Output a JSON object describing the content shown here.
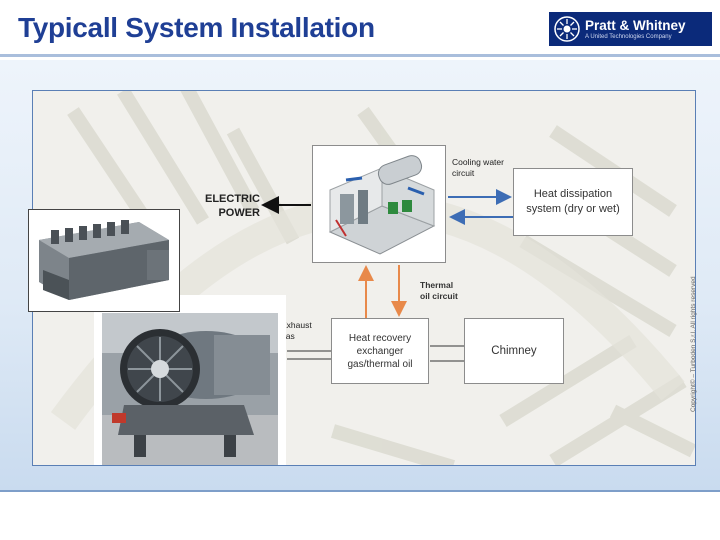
{
  "slide": {
    "title": "Typicall System Installation"
  },
  "logo": {
    "name": "Pratt & Whitney",
    "subtitle": "A United Technologies Company",
    "brand_color": "#0b2a7a"
  },
  "diagram": {
    "electric_power_line1": "ELECTRIC",
    "electric_power_line2": "POWER",
    "cooling_line1": "Cooling water",
    "cooling_line2": "circuit",
    "heat_dissipation_line1": "Heat dissipation",
    "heat_dissipation_line2": "system (dry or wet)",
    "thermal_line1": "Thermal",
    "thermal_line2": "oil circuit",
    "exhaust_line1": "Exhaust",
    "exhaust_line2": "gas",
    "recovery_line1": "Heat recovery",
    "recovery_line2": "exchanger",
    "recovery_line3": "gas/thermal oil",
    "chimney": "Chimney",
    "copyright": "Copyright© – Turboden S.r.l. All rights reserved",
    "colors": {
      "cooling_arrow": "#3d6db5",
      "thermal_arrow": "#e8894a",
      "power_arrow": "#111111"
    }
  }
}
